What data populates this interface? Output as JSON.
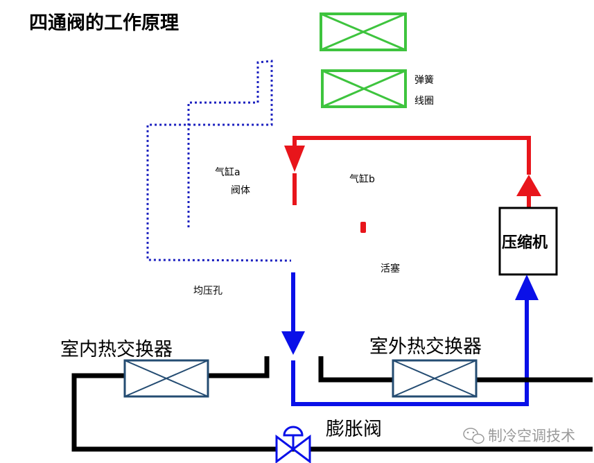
{
  "title": "四通阀的工作原理",
  "labels": {
    "spring": "弹簧",
    "coil": "线圈",
    "cylinder_a": "气缸a",
    "valve_body": "阀体",
    "cylinder_b": "气缸b",
    "piston": "活塞",
    "balance_hole": "均压孔",
    "indoor_hx": "室内热交换器",
    "outdoor_hx": "室外热交换器",
    "compressor": "压缩机",
    "expansion_valve": "膨胀阀"
  },
  "watermark": "制冷空调技术",
  "colors": {
    "coil_green": "#3ec43e",
    "hot_red": "#e8151b",
    "cold_blue": "#0a10e8",
    "pipe_black": "#000000",
    "hx_box": "#244c72",
    "dotted_blue": "#1a1fbf"
  }
}
